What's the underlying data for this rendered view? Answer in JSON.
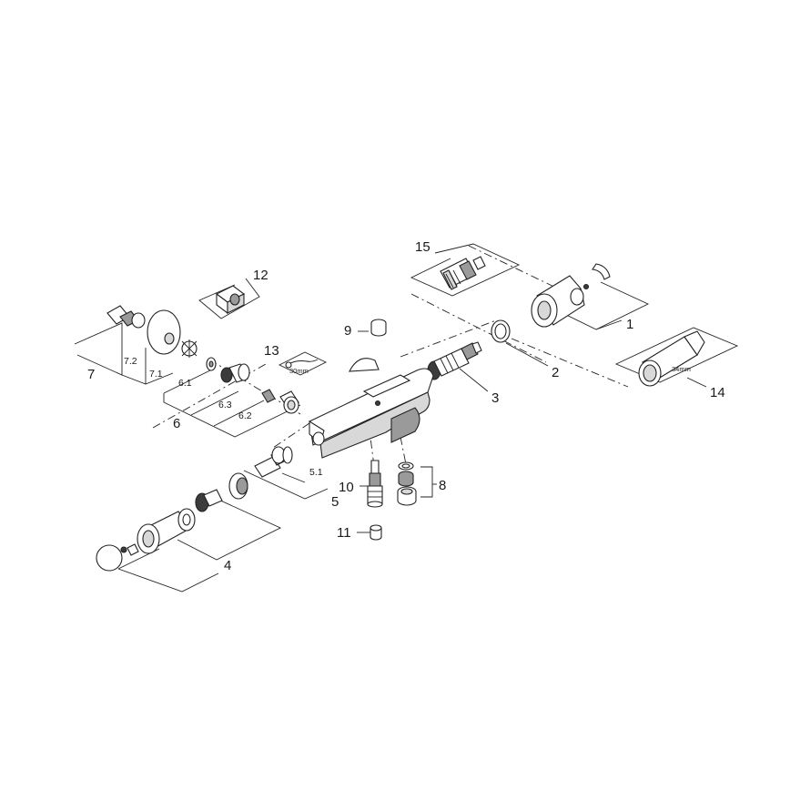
{
  "labels": {
    "p1": "1",
    "p2": "2",
    "p3": "3",
    "p4": "4",
    "p5": "5",
    "p5_1": "5.1",
    "p6": "6",
    "p6_1": "6.1",
    "p6_2": "6.2",
    "p6_3": "6.3",
    "p7": "7",
    "p7_1": "7.1",
    "p7_2": "7.2",
    "p8": "8",
    "p9": "9",
    "p10": "10",
    "p11": "11",
    "p12": "12",
    "p13": "13",
    "p14": "14",
    "p15": "15"
  },
  "annotations": {
    "torque": "30mm",
    "wrench_size": "34mm"
  }
}
